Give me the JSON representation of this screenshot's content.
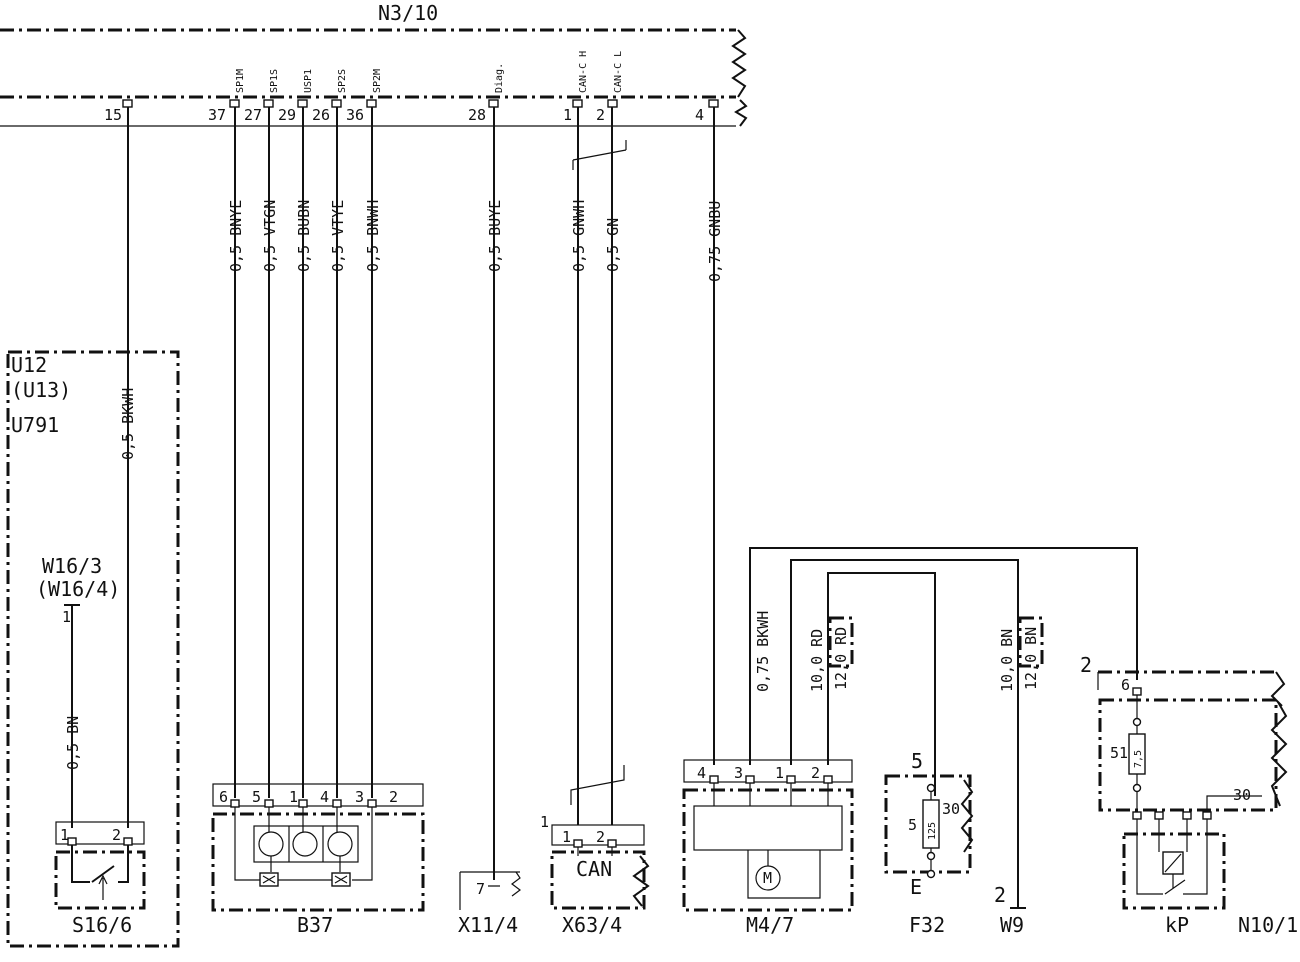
{
  "module": {
    "label": "N3/10"
  },
  "n3_pins": [
    {
      "num": "15",
      "sig": ""
    },
    {
      "num": "37",
      "sig": "SP1M"
    },
    {
      "num": "27",
      "sig": "SP1S"
    },
    {
      "num": "29",
      "sig": "USP1"
    },
    {
      "num": "26",
      "sig": "SP2S"
    },
    {
      "num": "36",
      "sig": "SP2M"
    },
    {
      "num": "28",
      "sig": "Diag."
    },
    {
      "num": "1",
      "sig": "CAN-C H"
    },
    {
      "num": "2",
      "sig": "CAN-C L"
    },
    {
      "num": "4",
      "sig": ""
    }
  ],
  "wires": {
    "w15": "0,5 BKWH",
    "w37": "0,5 BNYE",
    "w27": "0,5 VTGN",
    "w29": "0,5 BUBN",
    "w26": "0,5 VTYE",
    "w36": "0,5 BNWH",
    "w28": "0,5 BUYE",
    "wc1": "0,5 GNWH",
    "wc2": "0,5 GN",
    "w4": "0,75 GNBU",
    "s16": "0,5 BN",
    "m47_bk": "0,75 BKWH",
    "m47_rd": "10,0 RD",
    "m47_rd_alt": "12,0 RD",
    "w9_bn": "10,0 BN",
    "w9_bn_alt": "12,0 BN"
  },
  "u12": {
    "line1": "U12",
    "line2": "(U13)",
    "line3": "U791"
  },
  "w16": {
    "line1": "W16/3",
    "line2": "(W16/4)",
    "pin": "1"
  },
  "s16_6": {
    "label": "S16/6",
    "pin1": "1",
    "pin2": "2"
  },
  "b37": {
    "label": "B37",
    "pins": [
      "6",
      "5",
      "1",
      "4",
      "3",
      "2"
    ]
  },
  "x11_4": {
    "label": "X11/4",
    "pin": "7"
  },
  "x63_4": {
    "label": "X63/4",
    "inner": "CAN",
    "pin1": "1",
    "pin2": "2",
    "side": "1"
  },
  "m4_7": {
    "label": "M4/7",
    "pins": [
      "4",
      "3",
      "1",
      "2"
    ],
    "motor": "M"
  },
  "f32": {
    "label": "F32",
    "top": "5",
    "bottom": "E",
    "fuse": "125",
    "left": "5",
    "right": "30"
  },
  "w9": {
    "label": "W9",
    "pin": "2"
  },
  "n10_1": {
    "label": "N10/1",
    "relay": "kP",
    "corner": "2",
    "pin_top": "6",
    "fuse": "7,5",
    "fuse_num": "51",
    "pin_30": "30"
  }
}
